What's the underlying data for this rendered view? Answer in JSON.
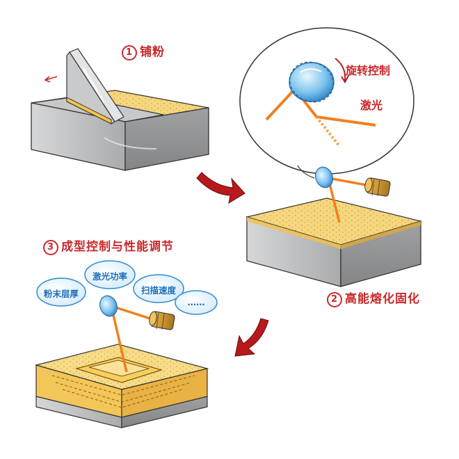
{
  "steps": [
    {
      "num": "1",
      "label": "铺粉"
    },
    {
      "num": "2",
      "label": "高能熔化固化"
    },
    {
      "num": "3",
      "label": "成型控制与性能调节"
    }
  ],
  "zoom": {
    "rotation_label": "旋转控制",
    "laser_label": "激光"
  },
  "parameters": [
    "粉末层厚",
    "激光功率",
    "扫描速度",
    "……"
  ],
  "colors": {
    "label_red": "#c9282a",
    "powder_yellow": "#f7d77d",
    "laser_orange": "#f07f1e",
    "block_grey": "#b9bbbd",
    "bubble_blue": "#2d8ad0",
    "arrow_red": "#b8191c"
  }
}
